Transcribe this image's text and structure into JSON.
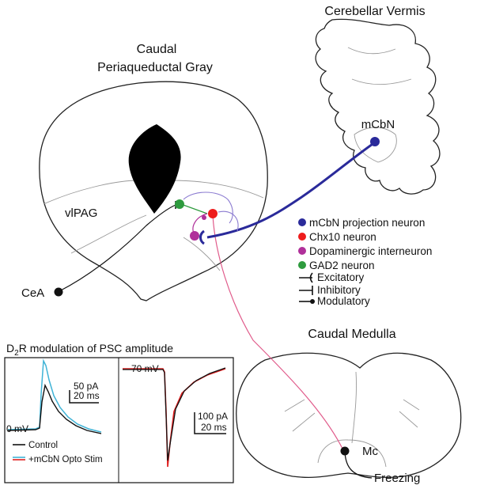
{
  "labels": {
    "pag_line1": "Caudal",
    "pag_line2": "Periaqueductal Gray",
    "cerebellum": "Cerebellar Vermis",
    "mcbn": "mCbN",
    "vlpag": "vlPAG",
    "cea": "CeA",
    "medulla": "Caudal Medulla",
    "mc": "Mc",
    "freezing": "Freezing"
  },
  "legend": {
    "items": [
      {
        "label": "mCbN projection neuron",
        "color": "#2a2a9a"
      },
      {
        "label": "Chx10 neuron",
        "color": "#ee1c1c"
      },
      {
        "label": "Dopaminergic interneuron",
        "color": "#b0309a"
      },
      {
        "label": "GAD2 neuron",
        "color": "#2e9b3e"
      }
    ],
    "synapses": [
      {
        "label": "Excitatory",
        "type": "excitatory"
      },
      {
        "label": "Inhibitory",
        "type": "inhibitory"
      },
      {
        "label": "Modulatory",
        "type": "modulatory"
      }
    ]
  },
  "inset": {
    "title_prefix": "D",
    "title_sub": "2",
    "title_suffix": "R modulation of PSC amplitude",
    "left_scale_amp": "50 pA",
    "left_scale_time": "20 ms",
    "left_holding": "0 mV",
    "right_holding": "-70 mV",
    "right_scale_amp": "100 pA",
    "right_scale_time": "20 ms",
    "legend_control": "Control",
    "legend_stim": "+mCbN Opto Stim",
    "colors": {
      "control": "#111111",
      "stim_cyan": "#3fb3d6",
      "stim_red": "#e02020"
    }
  }
}
